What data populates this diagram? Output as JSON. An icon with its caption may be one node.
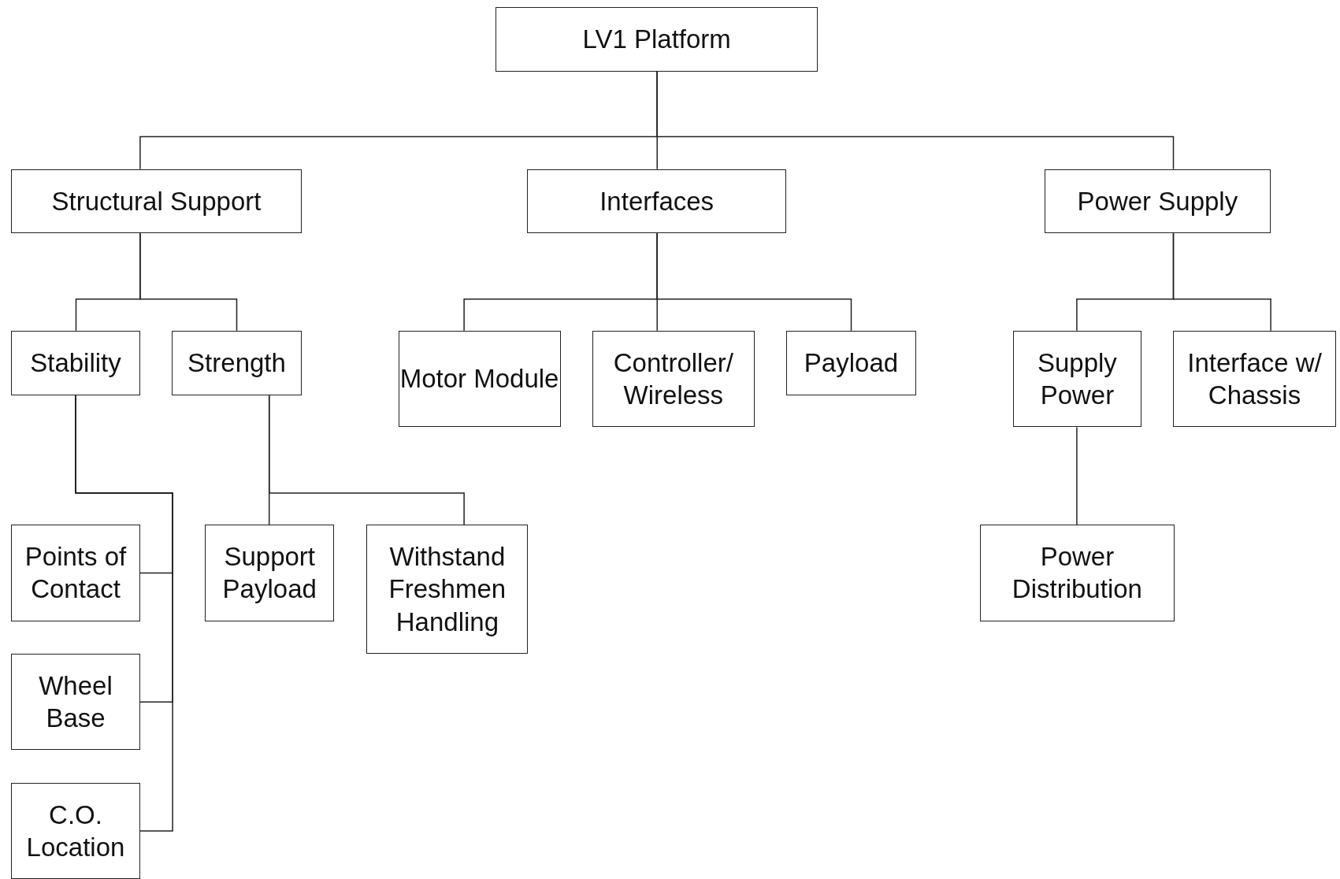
{
  "diagram": {
    "nodes": [
      {
        "text": [
          "LV1 Platform"
        ]
      },
      {
        "text": [
          "Structural Support"
        ]
      },
      {
        "text": [
          "Interfaces"
        ]
      },
      {
        "text": [
          "Power Supply"
        ]
      },
      {
        "text": [
          "Stability"
        ]
      },
      {
        "text": [
          "Strength"
        ]
      },
      {
        "text": [
          "Motor Module"
        ]
      },
      {
        "text": [
          "Controller/ Wireless"
        ]
      },
      {
        "text": [
          "Payload"
        ]
      },
      {
        "text": [
          "Supply Power"
        ]
      },
      {
        "text": [
          "Interface w/ Chassis"
        ]
      },
      {
        "text": [
          "Points of Contact"
        ]
      },
      {
        "text": [
          "Support Payload"
        ]
      },
      {
        "text": [
          "Withstand Freshmen Handling"
        ]
      },
      {
        "text": [
          "Wheel Base"
        ]
      },
      {
        "text": [
          "C.O. Location"
        ]
      },
      {
        "text": [
          "Power Distribution"
        ]
      }
    ],
    "edges": [
      {
        "from": 0,
        "to": 1,
        "arrow": "none"
      },
      {
        "from": 0,
        "to": 2,
        "arrow": "none"
      },
      {
        "from": 0,
        "to": 3,
        "arrow": "none"
      },
      {
        "from": 1,
        "to": 4,
        "arrow": "none"
      },
      {
        "from": 1,
        "to": 5,
        "arrow": "none"
      },
      {
        "from": 2,
        "to": 6,
        "arrow": "none"
      },
      {
        "from": 2,
        "to": 7,
        "arrow": "none"
      },
      {
        "from": 2,
        "to": 8,
        "arrow": "none"
      },
      {
        "from": 3,
        "to": 9,
        "arrow": "none"
      },
      {
        "from": 3,
        "to": 10,
        "arrow": "none"
      },
      {
        "from": 4,
        "to": 11,
        "arrow": "none"
      },
      {
        "from": 4,
        "to": 14,
        "arrow": "none"
      },
      {
        "from": 4,
        "to": 15,
        "arrow": "none"
      },
      {
        "from": 5,
        "to": 12,
        "arrow": "none"
      },
      {
        "from": 5,
        "to": 13,
        "arrow": "none"
      },
      {
        "from": 9,
        "to": 16,
        "arrow": "none"
      }
    ]
  }
}
